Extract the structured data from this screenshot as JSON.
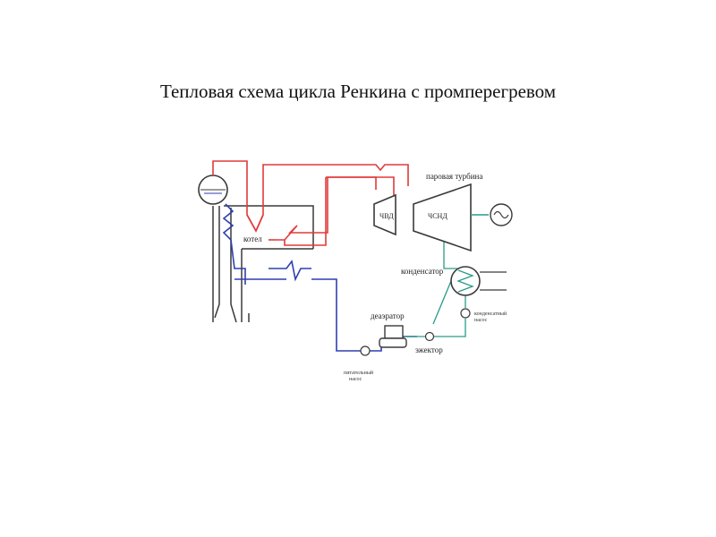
{
  "title": "Тепловая схема цикла Ренкина с промперегревом",
  "labels": {
    "turbine": "паровая турбина",
    "hp": "ЧВД",
    "lp": "ЧСНД",
    "boiler": "котел",
    "condenser": "конденсатор",
    "deaerator": "деаэратор",
    "ejector": "эжектор",
    "feed_pump_1": "питательный",
    "feed_pump_2": "насос",
    "cond_pump_1": "конденсатный",
    "cond_pump_2": "насос"
  },
  "colors": {
    "steam": "#e03a3a",
    "water": "#2f3fb0",
    "structure": "#3a3a3a",
    "teal": "#2a9a8a"
  }
}
